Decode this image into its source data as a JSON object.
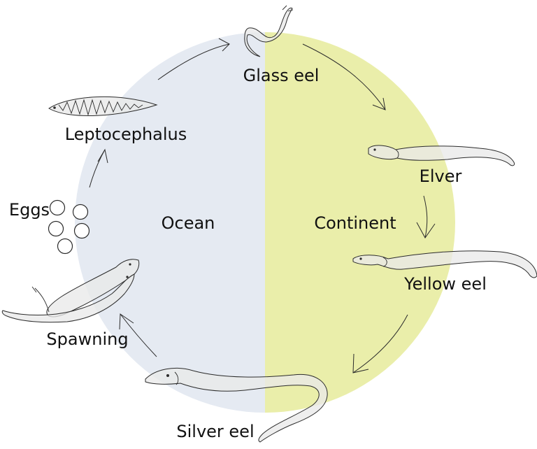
{
  "diagram": {
    "regions": {
      "ocean": {
        "label": "Ocean",
        "color": "#e5eaf2"
      },
      "continent": {
        "label": "Continent",
        "color": "#eaeeaa"
      }
    },
    "stages": {
      "glass_eel": "Glass eel",
      "elver": "Elver",
      "yellow_eel": "Yellow eel",
      "silver_eel": "Silver eel",
      "spawning": "Spawning",
      "eggs": "Eggs",
      "leptocephalus": "Leptocephalus"
    }
  }
}
